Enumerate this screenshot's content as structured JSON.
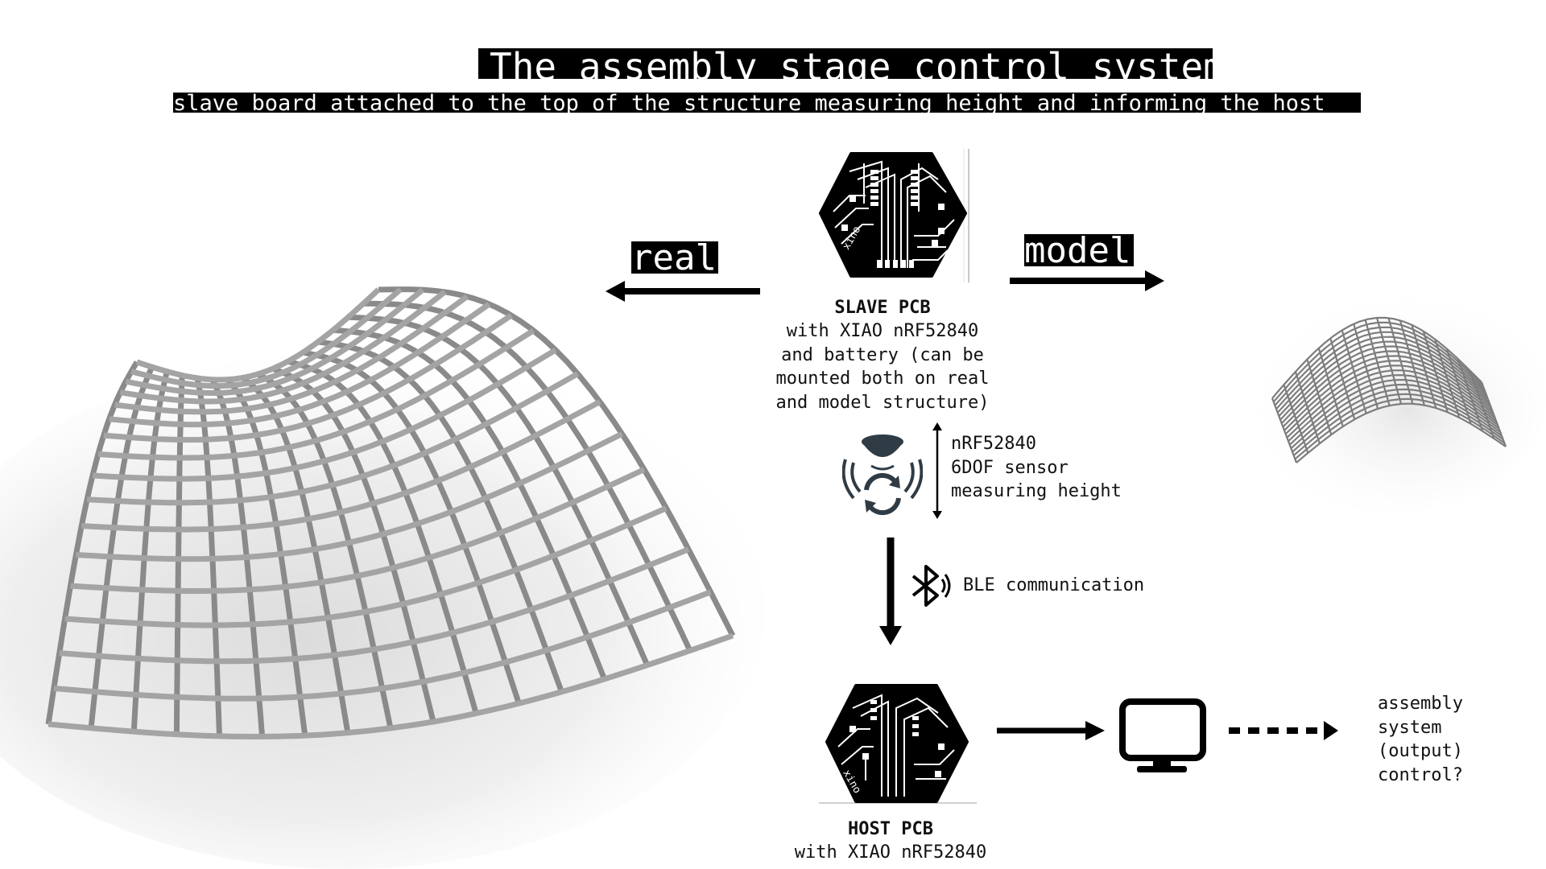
{
  "title": "The assembly stage control system",
  "subtitle": "slave board attached to the top of the structure measuring height and informing the host",
  "labels": {
    "real": "real",
    "model": "model"
  },
  "slave_pcb": {
    "heading": "SLAVE PCB",
    "description": "with XIAO nRF52840\nand battery (can be\nmounted both on real\nand model structure)",
    "board_text": "xino"
  },
  "sensor": {
    "text": "nRF52840\n6DOF sensor\nmeasuring height"
  },
  "ble": {
    "text": "BLE communication"
  },
  "host_pcb": {
    "heading": "HOST PCB",
    "description": "with XIAO nRF52840",
    "board_text": "xino"
  },
  "output": {
    "text": "assembly\nsystem\n(output)\ncontrol?"
  },
  "colors": {
    "ink": "#000000",
    "background": "#ffffff",
    "structure": "#9a9a9a"
  },
  "icons": {
    "sensor": "gyro-sensor-icon",
    "ble": "bluetooth-icon",
    "monitor": "monitor-icon"
  }
}
